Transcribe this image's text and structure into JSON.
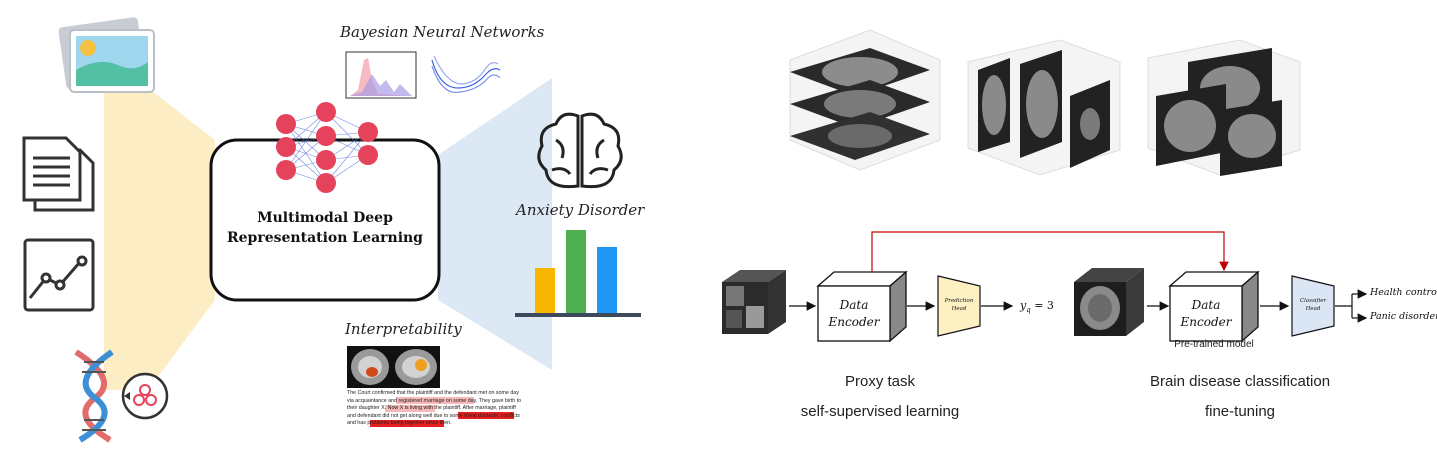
{
  "left": {
    "center_box_title": [
      "Multimodal Deep",
      "Representation Learning"
    ],
    "bayesian_label": "Bayesian Neural Networks",
    "anxiety_label": "Anxiety Disorder",
    "interpretability_label": "Interpretability",
    "text_snippet": [
      "The Court confirmed that the plaintiff and the defendant met on some day",
      "via acquaintance and registered marriage on some day. They gave birth to",
      "their daughter X. Now X is living with the plaintiff. After marriage, plaintiff",
      "and defendant did not get along well due to some trivial domestic conflicts",
      "and has problems being together since then."
    ],
    "colors": {
      "cone_left": "#fdedc4",
      "cone_right": "#dde8f5",
      "node": "#e5435c",
      "bar1": "#f7b500",
      "bar2": "#4caf50",
      "bar3": "#2196f3"
    }
  },
  "right": {
    "proxy": {
      "encoder": [
        "Data",
        "Encoder"
      ],
      "head": [
        "Prediction",
        "Head"
      ],
      "output": "y",
      "output_sub": "q",
      "output_eq": "= 3",
      "caption1": "Proxy task",
      "caption2": "self-supervised learning"
    },
    "finetune": {
      "encoder": [
        "Data",
        "Encoder"
      ],
      "pretrained": "Pre-trained model",
      "head": [
        "Classifier",
        "Head"
      ],
      "out1": "Health control",
      "out2": "Panic disorder",
      "caption1": "Brain disease classification",
      "caption2": "fine-tuning"
    },
    "colors": {
      "head_proxy": "#fdf0c3",
      "head_ft": "#dbe6f4",
      "transfer_arrow": "#c00000"
    }
  }
}
